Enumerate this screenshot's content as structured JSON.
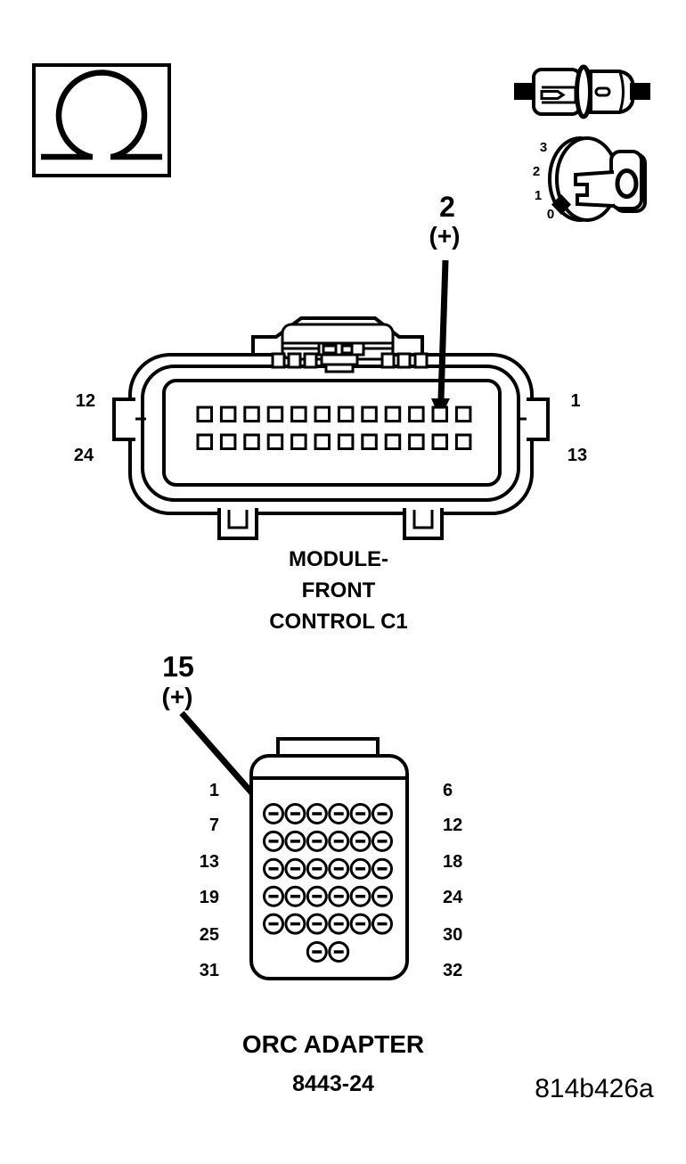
{
  "figure": {
    "id": "814b426a",
    "background_color": "#ffffff",
    "ink_color": "#000000"
  },
  "test_icons": {
    "meter": {
      "icon": "ohm-symbol-icon",
      "symbol": "Ω",
      "meaning": "resistance check"
    },
    "connector_state": {
      "icon": "connectors-disconnected-icon"
    },
    "ignition": {
      "icon": "ignition-key-off-icon",
      "positions": [
        "3",
        "2",
        "1",
        "0"
      ],
      "selected_position": "0"
    }
  },
  "upper_connector": {
    "caption_lines": [
      "MODULE-",
      "FRONT",
      "CONTROL C1"
    ],
    "corner_labels": {
      "top_left": "12",
      "bottom_left": "24",
      "top_right": "1",
      "bottom_right": "13"
    },
    "probe": {
      "pin": "2",
      "polarity": "(+)"
    },
    "pin_grid": {
      "rows": 2,
      "cols": 12,
      "pin_shape": "square"
    }
  },
  "lower_connector": {
    "caption": "ORC ADAPTER",
    "part_number": "8443-24",
    "row_start_labels": [
      "1",
      "7",
      "13",
      "19",
      "25",
      "31"
    ],
    "row_end_labels": [
      "6",
      "12",
      "18",
      "24",
      "30",
      "32"
    ],
    "probe": {
      "pin": "15",
      "polarity": "(+)"
    },
    "pin_grid": {
      "rows": 5,
      "cols": 6,
      "extra_row_pins": 2,
      "pin_shape": "circle-socket"
    }
  }
}
